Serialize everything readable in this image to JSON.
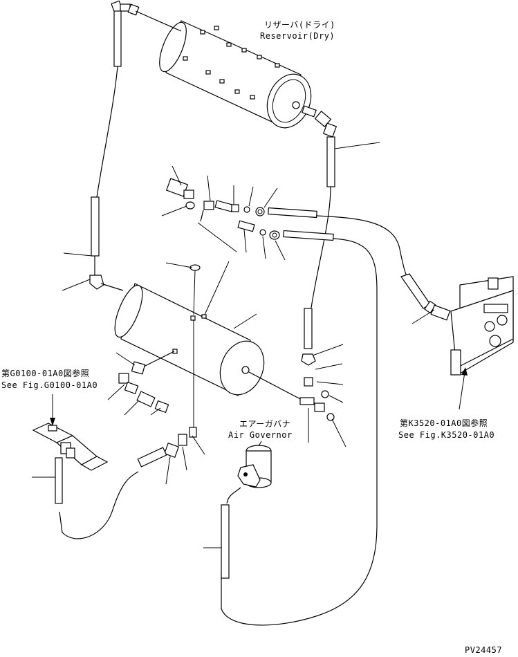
{
  "labels": {
    "reservoir_dry_jp": "リザーバ(ドライ)",
    "reservoir_dry_en": "Reservoir(Dry)",
    "air_governor_jp": "エアーガバナ",
    "air_governor_en": "Air Governor",
    "ref_left_jp": "第G0100-01A0図参照",
    "ref_left_en": "See Fig.G0100-01A0",
    "ref_right_jp": "第K3520-01A0図参照",
    "ref_right_en": "See Fig.K3520-01A0",
    "drawing_number": "PV24457"
  }
}
